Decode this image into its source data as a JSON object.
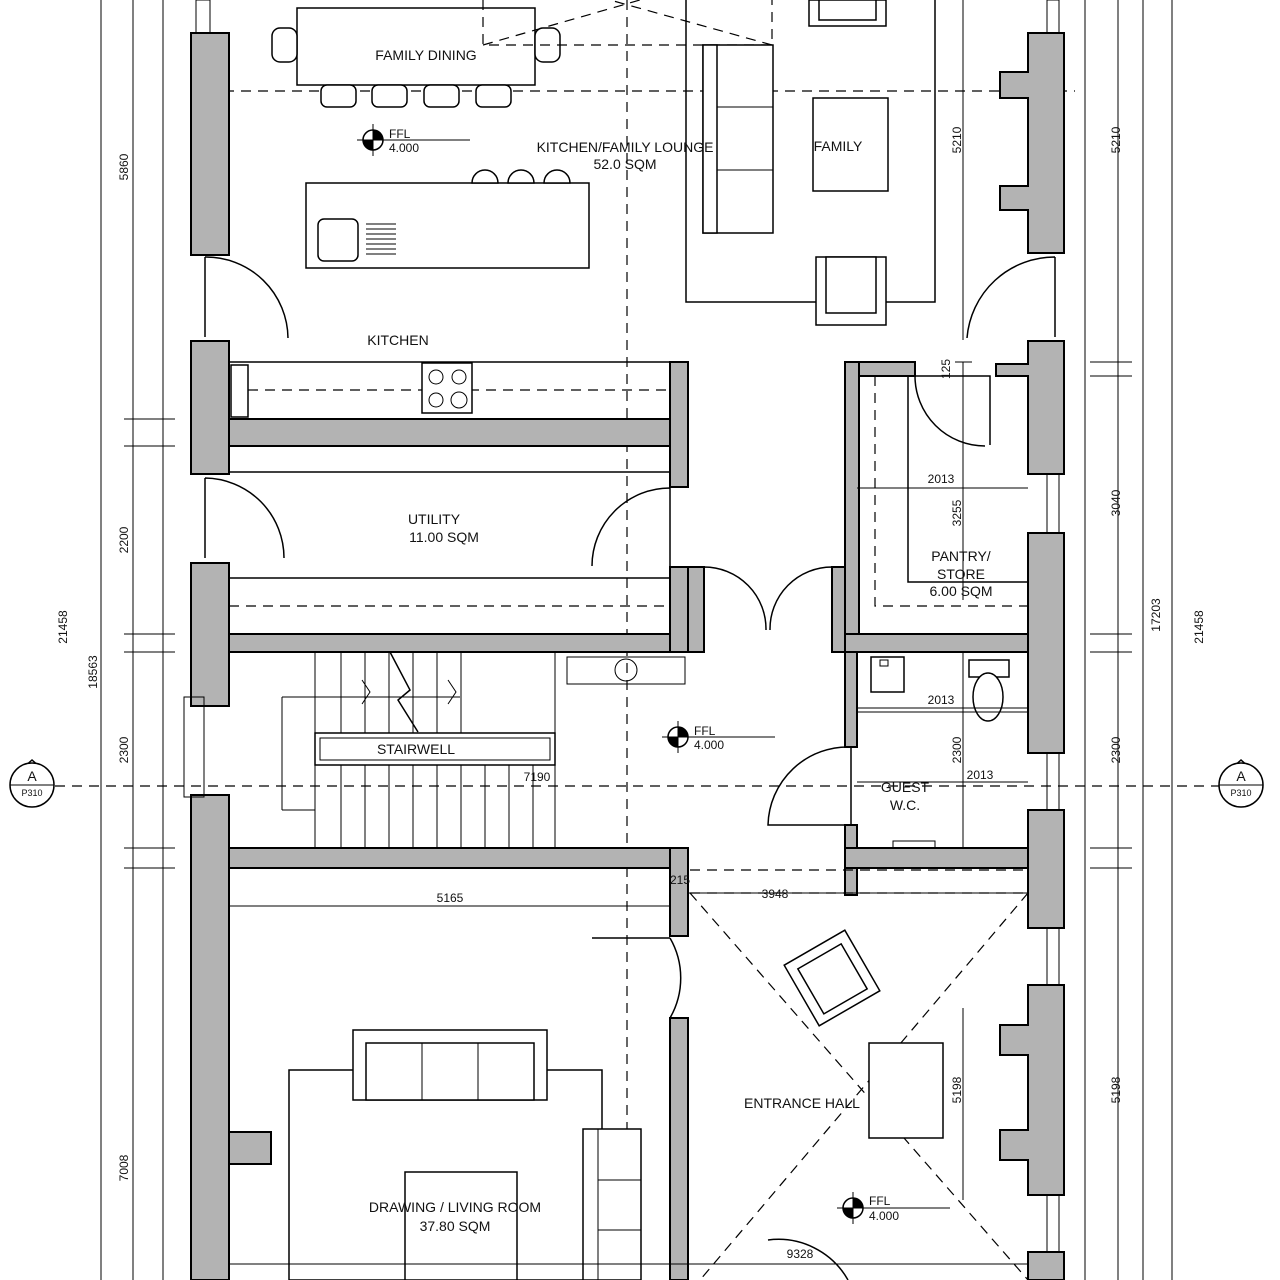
{
  "rooms": {
    "family_dining": "FAMILY DINING",
    "kitchen_family_lounge": "KITCHEN/FAMILY LOUNGE",
    "kitchen_family_lounge_area": "52.0 SQM",
    "family": "FAMILY",
    "kitchen": "KITCHEN",
    "utility": "UTILITY",
    "utility_area": "11.00 SQM",
    "pantry_line1": "PANTRY/",
    "pantry_line2": "STORE",
    "pantry_area": "6.00 SQM",
    "stairwell": "STAIRWELL",
    "guest_line1": "GUEST",
    "guest_line2": "W.C.",
    "entrance_hall": "ENTRANCE HALL",
    "drawing_room": "DRAWING / LIVING ROOM",
    "drawing_room_area": "37.80 SQM"
  },
  "levels": [
    {
      "label": "FFL",
      "value": "4.000"
    },
    {
      "label": "FFL",
      "value": "4.000"
    },
    {
      "label": "FFL",
      "value": "4.000"
    }
  ],
  "section_marker": {
    "letter": "A",
    "sheet": "P310"
  },
  "dimensions": {
    "left_outer": "21458",
    "left_total": "18563",
    "left_5860": "5860",
    "left_2200": "2200",
    "left_2300": "2300",
    "left_7008": "7008",
    "right_outer": "21458",
    "right_total": "17203",
    "right_5210": "5210",
    "right_3040": "3040",
    "right_2300": "2300",
    "right_5198": "5198",
    "inner_5210": "5210",
    "inner_125": "125",
    "inner_3255": "3255",
    "inner_2300": "2300",
    "inner_5198": "5198",
    "pantry_width": "2013",
    "wc_width_top": "2013",
    "wc_width_mid": "2013",
    "stair_7190": "7190",
    "drawing_5165": "5165",
    "gap_215": "215",
    "hall_3948": "3948",
    "bottom_9328": "9328"
  }
}
